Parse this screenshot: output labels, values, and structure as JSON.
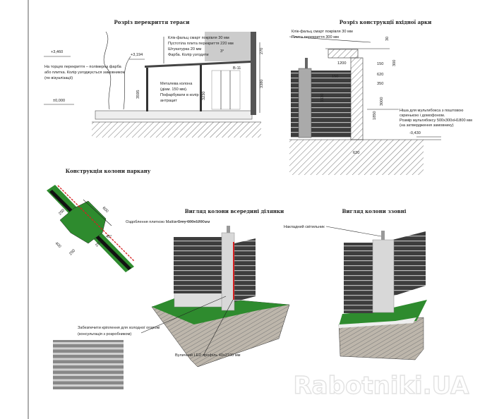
{
  "titles": {
    "terrace": "Розріз перекриття тераси",
    "arch": "Розріз конструкції вхідної арки",
    "column": "Конструкція колони паркану",
    "inside": "Вигляд колони всередині ділянки",
    "outside": "Вигляд колони ззовні"
  },
  "terrace": {
    "level_top": "+3,460",
    "level_mid": "+3,194",
    "level_zero": "±0,000",
    "roof": "Клік-фальц смарт покрівля 30 мм",
    "slab": "Пустотіла плита перекриття 220 мм",
    "plaster": "Штукатурка 20 мм",
    "paint": "Фарба. Колір узгодити",
    "note1": "На торцях перекриття – полімерна фарба",
    "note2": "або плитка. Колір узгоджується замовником",
    "note3": "(по візуалізації)",
    "col1": "Металева колона",
    "col2": "(діам. 150 мм).",
    "col3": "Пофарбувати в колір",
    "col4": "антрацит",
    "dim_3595": "3595",
    "dim_3230": "3230",
    "dim_3380": "3380",
    "dim_270": "270",
    "slope": "3°",
    "mark": "В-11"
  },
  "arch": {
    "roof": "Клік-фальц смарт покрівля 30 мм",
    "slab": "Плита перекриття 300 мм",
    "dim_30": "30",
    "dim_300": "300",
    "dim_1200": "1200",
    "dim_150a": "150",
    "dim_150b": "150",
    "dim_620a": "620",
    "dim_350": "350",
    "dim_3330": "3330",
    "dim_3000": "3000",
    "dim_1850": "1850",
    "dim_620b": "620",
    "note1": "Ніша для мультибокса з поштовою",
    "note2": "скринькою і домофоном.",
    "note3": "Розмір мультибоксу 500х300хН1800 мм",
    "note4": "(на затвердження замовнику)",
    "level": "-0,430"
  },
  "column": {
    "dim_600": "600",
    "dim_250a": "250",
    "dim_400": "400",
    "dim_250b": "250",
    "dim_250c": "250",
    "angle": "45°",
    "tile": "Оздоблення плиткою Mattia Grey 600х1200мм",
    "mount1": "Забезпечити кріплення для холодної огорожі",
    "mount2": "(консультація з розробником)",
    "led": "Вуличний LED профіль 40х2100 мм",
    "lamp": "Накладний світильник"
  },
  "watermark": "Rabotniki.UA",
  "colors": {
    "grass": "#2e8b2e",
    "fence": "#3a3a3a",
    "accent": "#d62020",
    "column": "#d8d8d8"
  }
}
